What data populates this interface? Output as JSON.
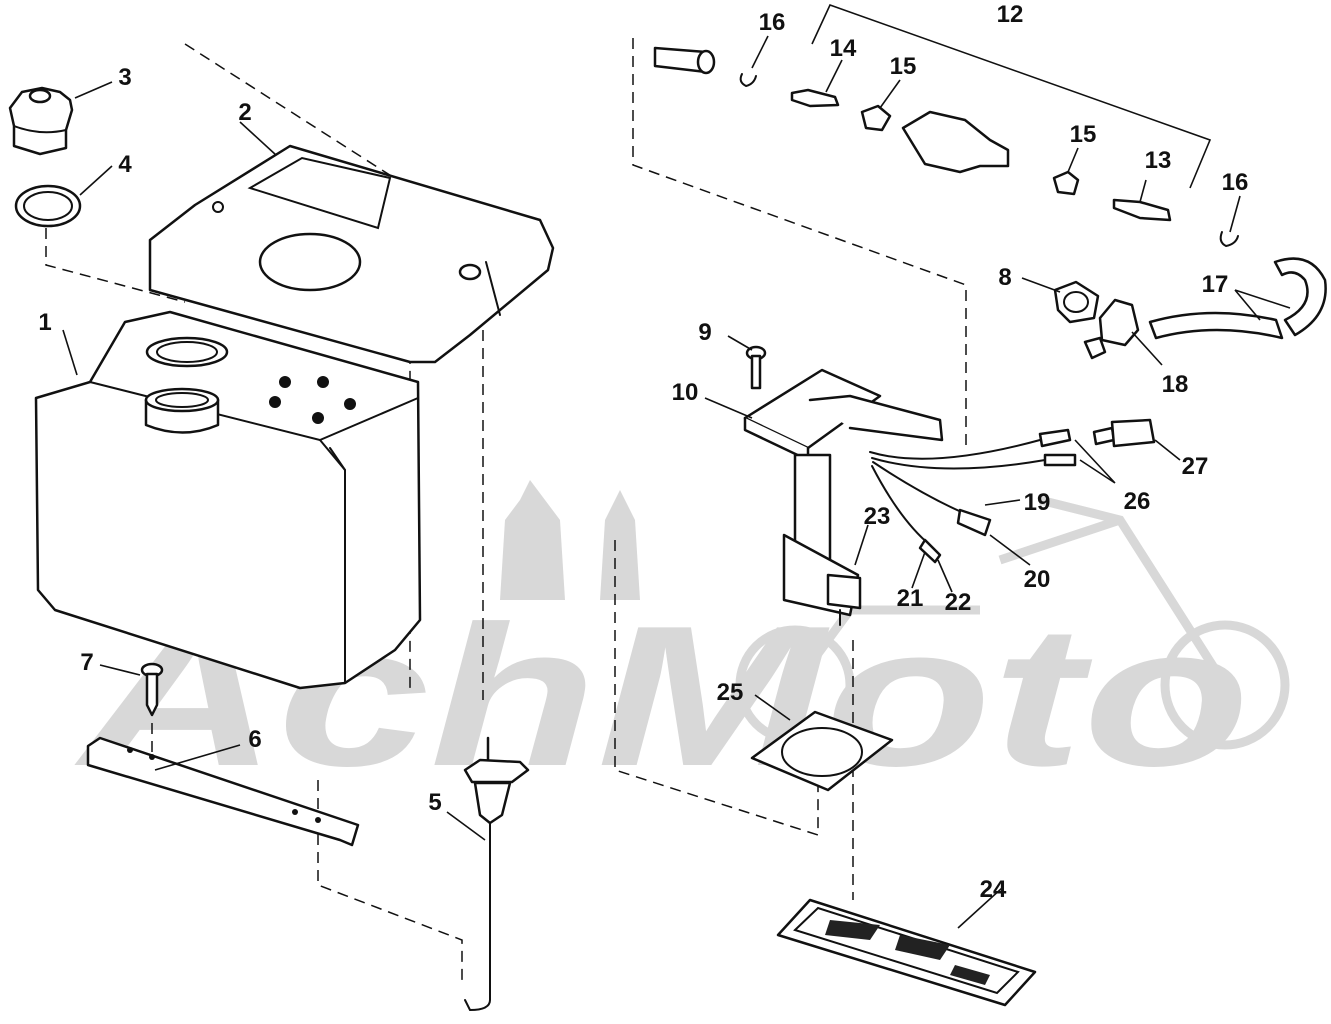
{
  "watermark": {
    "text": "AchMoto",
    "color": "#d8d8d8"
  },
  "callouts": [
    {
      "id": "1",
      "label": "1"
    },
    {
      "id": "2",
      "label": "2"
    },
    {
      "id": "3",
      "label": "3"
    },
    {
      "id": "4",
      "label": "4"
    },
    {
      "id": "5",
      "label": "5"
    },
    {
      "id": "6",
      "label": "6"
    },
    {
      "id": "7",
      "label": "7"
    },
    {
      "id": "8",
      "label": "8"
    },
    {
      "id": "9",
      "label": "9"
    },
    {
      "id": "10",
      "label": "10"
    },
    {
      "id": "12",
      "label": "12"
    },
    {
      "id": "13",
      "label": "13"
    },
    {
      "id": "14",
      "label": "14"
    },
    {
      "id": "15a",
      "label": "15"
    },
    {
      "id": "15b",
      "label": "15"
    },
    {
      "id": "16a",
      "label": "16"
    },
    {
      "id": "16b",
      "label": "16"
    },
    {
      "id": "17",
      "label": "17"
    },
    {
      "id": "18",
      "label": "18"
    },
    {
      "id": "19",
      "label": "19"
    },
    {
      "id": "20",
      "label": "20"
    },
    {
      "id": "21",
      "label": "21"
    },
    {
      "id": "22",
      "label": "22"
    },
    {
      "id": "23",
      "label": "23"
    },
    {
      "id": "24",
      "label": "24"
    },
    {
      "id": "25",
      "label": "25"
    },
    {
      "id": "26",
      "label": "26"
    },
    {
      "id": "27",
      "label": "27"
    }
  ]
}
